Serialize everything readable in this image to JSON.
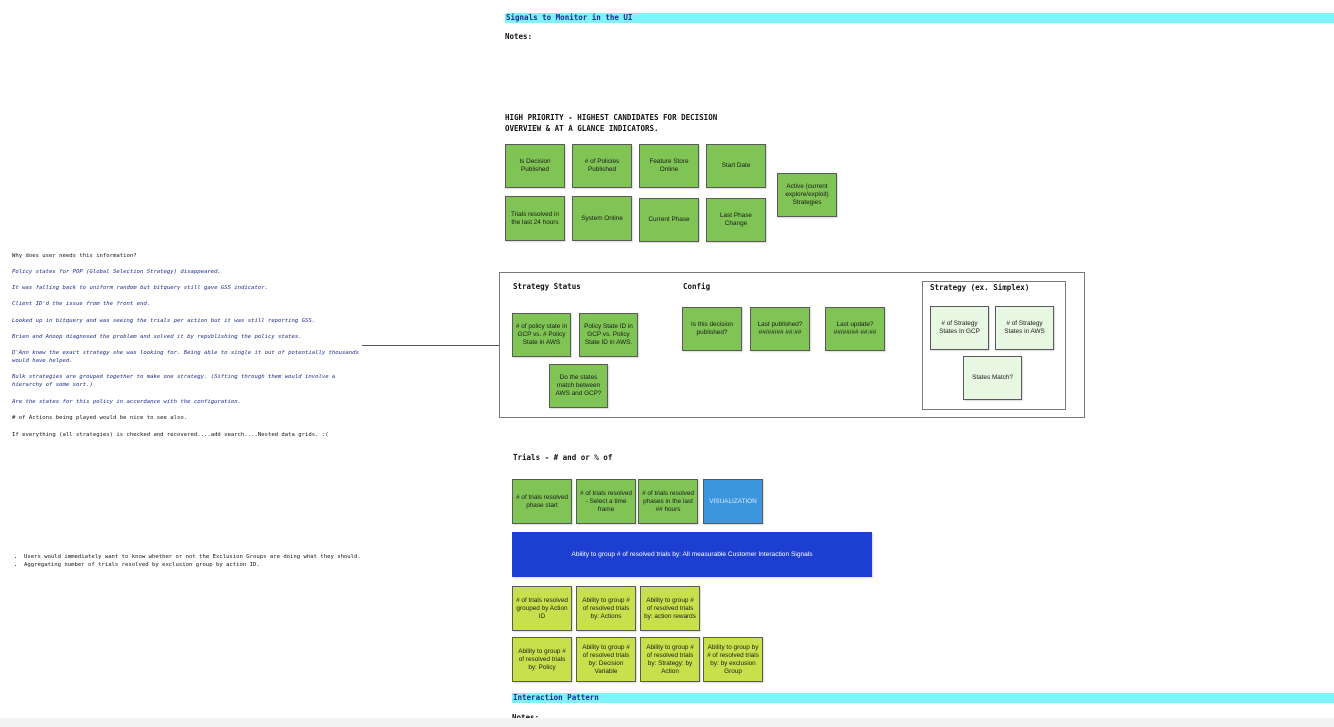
{
  "top": {
    "banner": "Signals to Monitor in the UI",
    "notes_label": "Notes:"
  },
  "high_priority": {
    "heading_line1": "HIGH PRIORITY - HIGHEST CANDIDATES FOR DECISION",
    "heading_line2": "OVERVIEW & AT A GLANCE INDICATORS.",
    "cards": [
      "Is Decision Published",
      "# of Policies Published",
      "Feature Store Online",
      "Start Date",
      "Trials resolved in the last 24 hours",
      "System Online",
      "Current Phase",
      "Last Phase Change",
      "Active (current explore/exploit) Strategies"
    ]
  },
  "strategy_status": {
    "title": "Strategy Status",
    "cards": [
      "# of policy state in GCP vs. # Policy State in AWS",
      "Policy State ID in GCP vs. Policy State ID in AWS.",
      "Do the states match between AWS and GCP?"
    ]
  },
  "config": {
    "title": "Config",
    "cards": [
      "Is this decision published?",
      "Last published? ##/##/## ##:##",
      "Last update? ##/##/## ##:##"
    ]
  },
  "strategy_simplex": {
    "title": "Strategy (ex. Simplex)",
    "cards": [
      "# of Strategy States In GCP",
      "# of Strategy States in AWS",
      "States Match?"
    ]
  },
  "left_notes": {
    "question": "Why does user needs this information?",
    "lines": [
      "Policy states for POP (Global Selection Strategy) disappeared.",
      "It was falling back to uniform random but bitquery still gave GSS indicator.",
      "Client ID'd the issue from the front end.",
      "Looked up in bitquery and was seeing the trials per action but it was still reporting GSS.",
      "Brien and Anoop diagnosed the problem and solved it by republishing the policy states.",
      "D'Ann knew the exact strategy she was looking for. Being able to single it out of potentially thousands would have helped.",
      "Bulk strategies are grouped together to make one strategy. (Sifting through them would involve a hierarchy of some sort.)",
      "Are the states for this policy in accordance with the configuration."
    ],
    "plain": [
      "# of Actions being played would be nice to see also.",
      "If everything (all strategies) is checked and recovered....add search....Nested data grids. :("
    ]
  },
  "bullets": [
    "Users would immediately want to know whether or not the Exclusion Groups are doing what they should.",
    "Aggregating number of trials resolved by exclusion group by action ID."
  ],
  "trials": {
    "heading": "Trials - # and or % of",
    "cards": [
      "# of trials resolved phase start",
      "# of trials resolved - Select a time frame",
      "# of trials resolved phases in the last ## hours"
    ],
    "visualization": "VISUALIZATION",
    "group_banner": "Ability to group # of resolved trials by: All measurable Customer Interaction Signals",
    "group_row1": [
      "# of trials resolved grouped by Action ID",
      "Ability to group # of resolved trials by: Actions",
      "Ability to group # of resolved trials by: action rewards"
    ],
    "group_row2": [
      "Ability to group # of resolved trials by: Policy",
      "Ability to group # of resolved trials by: Decision Variable",
      "Ability to group # of resolved trials by: Strategy: by Action",
      "Ability to group by # of resolved trials by: by exclusion Group"
    ]
  },
  "bottom": {
    "banner": "Interaction Pattern",
    "notes_label": "Notes:"
  },
  "colors": {
    "banner": "#7ff3fb",
    "green_sticky": "#7fc454",
    "lime_sticky": "#c8e04b",
    "pale_sticky": "#e7f7e1",
    "visualization": "#3d95dd",
    "group_banner": "#1c3fd1",
    "note_blue": "#1d2b8f"
  }
}
